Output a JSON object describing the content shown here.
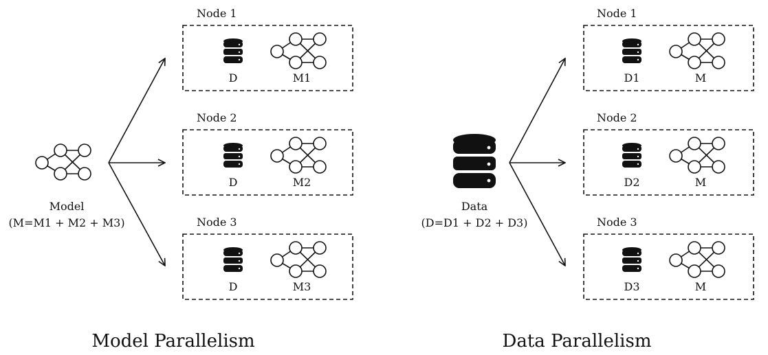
{
  "model_parallelism": {
    "title": "Model Parallelism",
    "source_label": "Model",
    "source_formula": "(M=M1 + M2 + M3)",
    "source_icon": "neural-network-icon",
    "nodes": [
      {
        "name": "Node 1",
        "data_label": "D",
        "model_label": "M1"
      },
      {
        "name": "Node 2",
        "data_label": "D",
        "model_label": "M2"
      },
      {
        "name": "Node 3",
        "data_label": "D",
        "model_label": "M3"
      }
    ]
  },
  "data_parallelism": {
    "title": "Data Parallelism",
    "source_label": "Data",
    "source_formula": "(D=D1 + D2 + D3)",
    "source_icon": "database-icon",
    "nodes": [
      {
        "name": "Node 1",
        "data_label": "D1",
        "model_label": "M"
      },
      {
        "name": "Node 2",
        "data_label": "D2",
        "model_label": "M"
      },
      {
        "name": "Node 3",
        "data_label": "D3",
        "model_label": "M"
      }
    ]
  },
  "colors": {
    "ink": "#111111",
    "background": "#ffffff"
  }
}
